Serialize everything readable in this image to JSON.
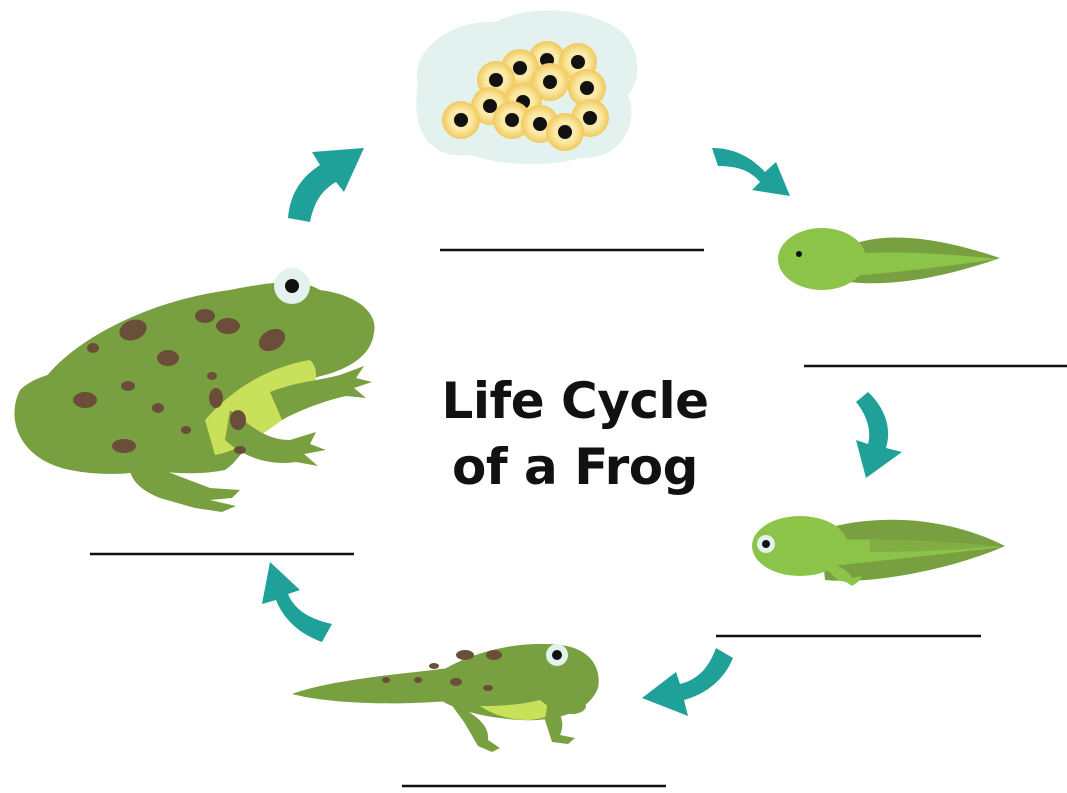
{
  "title": {
    "line1": "Life Cycle",
    "line2": "of a Frog"
  },
  "stages": [
    {
      "id": "eggs",
      "label": ""
    },
    {
      "id": "tadpole",
      "label": ""
    },
    {
      "id": "tadpole-with-legs",
      "label": ""
    },
    {
      "id": "froglet",
      "label": ""
    },
    {
      "id": "adult-frog",
      "label": ""
    }
  ],
  "colors": {
    "arrow": "#1fa19a",
    "frog_dark": "#79a040",
    "frog_light": "#8cc44a",
    "frog_belly": "#c8e05a",
    "spot": "#6b4e3a",
    "egg_jelly": "#f5d77a",
    "egg_dot": "#111111",
    "egg_cloud": "#e3f1ef",
    "answer_line": "#111111"
  }
}
